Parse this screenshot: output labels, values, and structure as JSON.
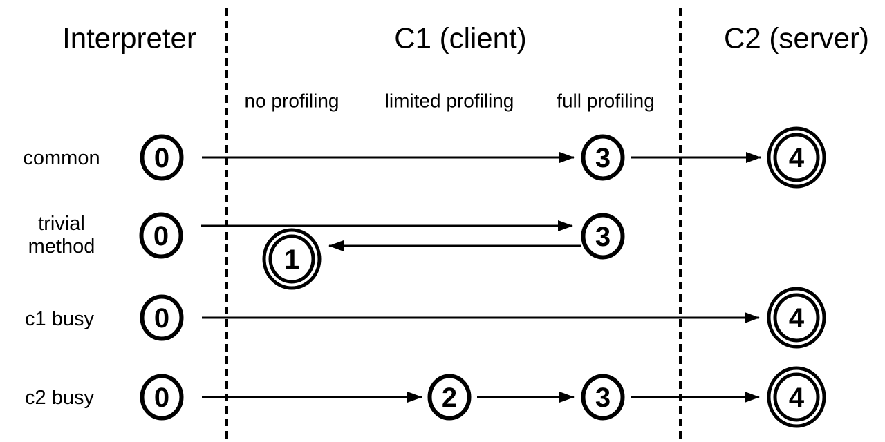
{
  "columns": {
    "interpreter": "Interpreter",
    "c1": "C1 (client)",
    "c2": "C2 (server)"
  },
  "c1_phases": [
    "no profiling",
    "limited profiling",
    "full profiling"
  ],
  "rows": [
    {
      "label_lines": [
        "common"
      ],
      "nodes": [
        "0",
        "3",
        "4"
      ]
    },
    {
      "label_lines": [
        "trivial",
        "method"
      ],
      "nodes": [
        "0",
        "3",
        "1"
      ]
    },
    {
      "label_lines": [
        "c1 busy"
      ],
      "nodes": [
        "0",
        "4"
      ]
    },
    {
      "label_lines": [
        "c2 busy"
      ],
      "nodes": [
        "0",
        "2",
        "3",
        "4"
      ]
    }
  ],
  "colors": {
    "ink": "#000000",
    "background": "#ffffff"
  }
}
